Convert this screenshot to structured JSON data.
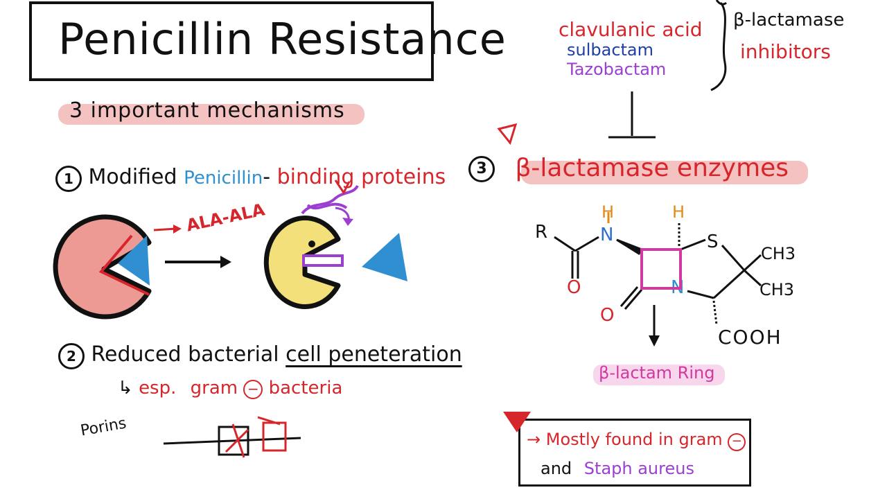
{
  "title": "Penicillin Resistance",
  "subtitle": "3 important mechanisms",
  "mechanism1": {
    "number": "1",
    "word1": "Modified",
    "word2": "Penicillin",
    "dash": "-",
    "word3": "binding proteins",
    "arrow_label": "ALA-ALA"
  },
  "mechanism2": {
    "number": "2",
    "text1": "Reduced bacterial",
    "text2": "cell peneteration",
    "sub_arrow": "↳",
    "sub_text1": "esp.",
    "sub_text2": "gram",
    "sub_sign": "−",
    "sub_text3": "bacteria",
    "porins_label": "Porins"
  },
  "mechanism3": {
    "number": "3",
    "label": "β-lactamase enzymes",
    "inhibitors": [
      "clavulanic acid",
      "sulbactam",
      "Tazobactam"
    ],
    "inhibitor_group_line1": "β-lactamase",
    "inhibitor_group_line2": "inhibitors",
    "ring_label": "β-lactam Ring",
    "note_line1_prefix": "→",
    "note_line1": "Mostly found in gram",
    "note_sign": "−",
    "note_line2_a": "and",
    "note_line2_b": "Staph aureus"
  },
  "molecule": {
    "r": "R",
    "h1": "H",
    "n1": "N",
    "h2": "H",
    "s": "S",
    "ch3a": "CH3",
    "ch3b": "CH3",
    "n2": "N",
    "o1": "O",
    "o2": "O",
    "cooh": "COOH"
  },
  "colors": {
    "red": "#d7262b",
    "blue": "#2f8fd0",
    "navy": "#1f3fa6",
    "purple": "#9b3fd0",
    "pink": "#cf3aa0",
    "orange": "#e08a1a",
    "pacman_red": "#ee9a94",
    "pacman_yellow": "#f3e07a",
    "triangle_blue": "#2f8fd0"
  }
}
